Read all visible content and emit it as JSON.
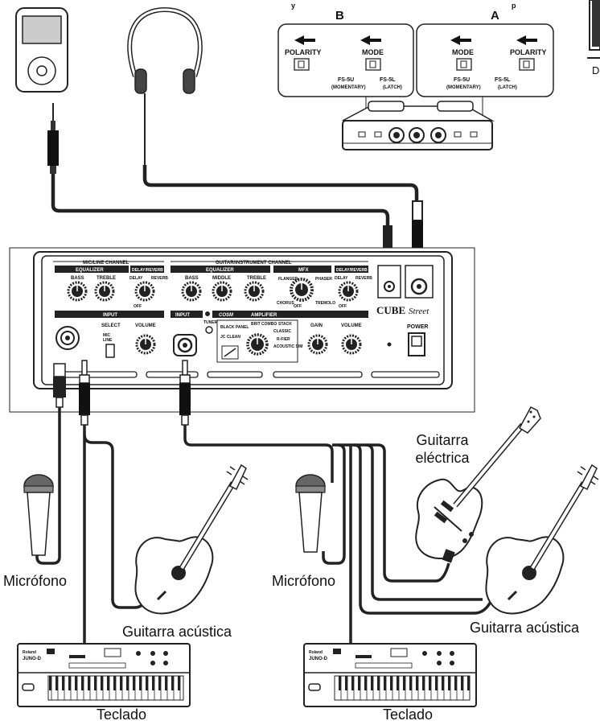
{
  "top_text": "y",
  "top_text_right": "p",
  "cut_text_right": "D",
  "footswitch": {
    "unit_b": {
      "letter": "B",
      "left": {
        "label": "POLARITY"
      },
      "right": {
        "label": "MODE"
      },
      "fs5u": "FS-5U",
      "fs5u_sub": "(MOMENTARY)",
      "fs5l": "FS-5L",
      "fs5l_sub": "(LATCH)"
    },
    "unit_a": {
      "letter": "A",
      "left": {
        "label": "MODE"
      },
      "right": {
        "label": "POLARITY"
      },
      "fs5u": "FS-5U",
      "fs5u_sub": "(MOMENTARY)",
      "fs5l": "FS-5L",
      "fs5l_sub": "(LATCH)"
    }
  },
  "amp": {
    "mic_line_channel": "MIC/LINE CHANNEL",
    "guitar_channel": "GUITAR/INSTRUMENT CHANNEL",
    "equalizer": "EQUALIZER",
    "delay_reverb": "DELAY/REVERB",
    "mfx": "MFX",
    "bass": "BASS",
    "middle": "MIDDLE",
    "treble": "TREBLE",
    "delay": "DELAY",
    "reverb": "REVERB",
    "off": "OFF",
    "flanger": "FLANGER",
    "phaser": "PHASER",
    "chorus": "CHORUS",
    "tremolo": "TREMOLO",
    "input": "INPUT",
    "select": "SELECT",
    "volume": "VOLUME",
    "gain": "GAIN",
    "tuner": "TUNER",
    "cosm": "COSM",
    "amplifier": "AMPLIFIER",
    "amp_types": [
      "BLACK PANEL",
      "BRIT COMBO",
      "STACK",
      "CLASSIC",
      "JC CLEAN",
      "R-FIER",
      "ACOUSTIC SIM"
    ],
    "mic": "MIC",
    "line": "LINE",
    "brand": "CUBE",
    "brand_script": "Street",
    "power": "POWER"
  },
  "labels": {
    "guitar_electric": "Guitarra\neléctrica",
    "mic_left": "Micrófono",
    "mic_right": "Micrófono",
    "acoustic_left": "Guitarra acústica",
    "acoustic_right": "Guitarra acústica",
    "keyboard_left": "Teclado",
    "keyboard_right": "Teclado"
  },
  "keyboard": {
    "brand": "Roland",
    "model": "JUNO-D"
  }
}
